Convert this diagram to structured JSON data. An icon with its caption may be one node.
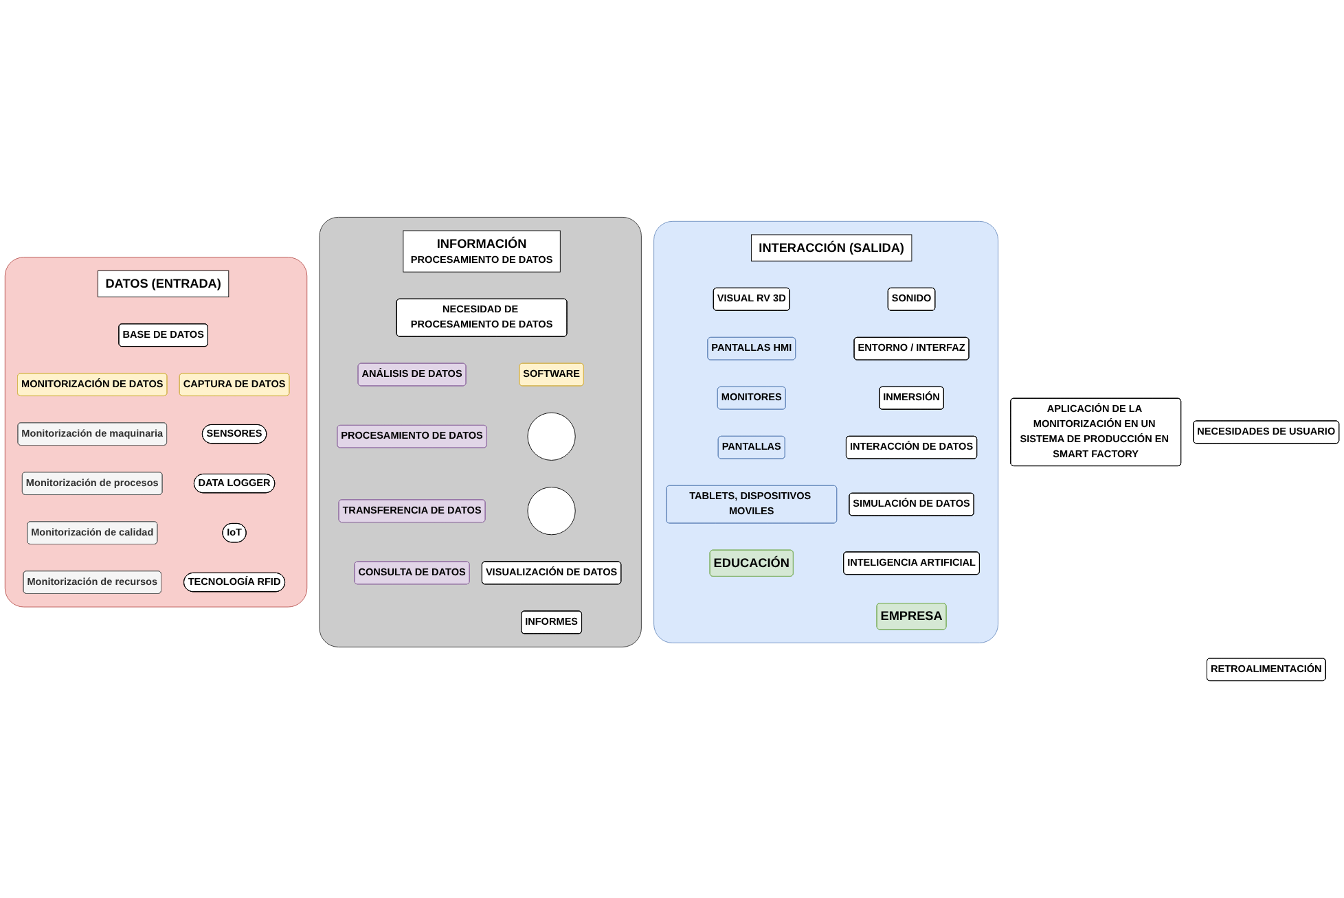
{
  "diagram": {
    "nodes": [
      {
        "text": [],
        "shape": "box"
      },
      {
        "text": [
          "DATOS (ENTRADA)"
        ],
        "in": 0
      },
      {
        "text": [
          "BASE DE DATOS"
        ],
        "in": 0
      },
      {
        "text": [
          "MONITORIZACIÓN DE DATOS"
        ],
        "in": 0
      },
      {
        "text": [
          "CAPTURA DE DATOS"
        ],
        "in": 0
      },
      {
        "text": [
          "Monitorización de maquinaria"
        ],
        "in": 0
      },
      {
        "text": [
          "Monitorización de procesos"
        ],
        "in": 0
      },
      {
        "text": [
          "Monitorización de calidad"
        ],
        "in": 0
      },
      {
        "text": [
          "Monitorización de recursos"
        ],
        "in": 0
      },
      {
        "text": [
          "SENSORES"
        ],
        "in": 0
      },
      {
        "text": [
          "DATA LOGGER"
        ],
        "in": 0
      },
      {
        "text": [
          "IoT"
        ],
        "in": 0
      },
      {
        "text": [
          "TECNOLOGÍA RFID"
        ],
        "in": 0
      },
      {
        "text": [],
        "shape": "box"
      },
      {
        "text": [
          "INFORMACIÓN",
          "PROCESAMIENTO DE DATOS"
        ],
        "in": 13
      },
      {
        "text": [
          "NECESIDAD DE PROCESAMIENTO DE DATOS"
        ],
        "in": 13
      },
      {
        "text": [
          "ANÁLISIS DE DATOS"
        ],
        "in": 13
      },
      {
        "text": [
          "SOFTWARE"
        ],
        "in": 13
      },
      {
        "text": [],
        "shape": "circle",
        "in": 13
      },
      {
        "text": [
          "PROCESAMIENTO DE DATOS"
        ],
        "in": 13
      },
      {
        "text": [],
        "shape": "circle",
        "in": 13
      },
      {
        "text": [
          "TRANSFERENCIA DE DATOS"
        ],
        "in": 13
      },
      {
        "text": [
          "VISUALIZACIÓN DE DATOS"
        ],
        "in": 13
      },
      {
        "text": [
          "CONSULTA DE DATOS"
        ],
        "in": 13
      },
      {
        "text": [
          "INFORMES"
        ],
        "in": 13
      },
      {
        "text": [
          "NECESIDADES DE USUARIO"
        ]
      },
      {
        "text": [
          "RETROALIMENTACIÓN"
        ]
      },
      {
        "text": [],
        "shape": "box"
      },
      {
        "text": [
          "INTERACCIÓN (SALIDA)"
        ],
        "in": 27
      },
      {
        "text": [
          "VISUAL RV 3D"
        ],
        "in": 27
      },
      {
        "text": [
          "SONIDO"
        ],
        "in": 27
      },
      {
        "text": [
          "ENTORNO / INTERFAZ"
        ],
        "in": 27
      },
      {
        "text": [
          "PANTALLAS HMI"
        ],
        "in": 27
      },
      {
        "text": [
          "INMERSIÓN"
        ],
        "in": 27
      },
      {
        "text": [
          "MONITORES"
        ],
        "in": 27
      },
      {
        "text": [
          "INTERACCIÓN DE DATOS"
        ],
        "in": 27
      },
      {
        "text": [
          "PANTALLAS"
        ],
        "in": 27
      },
      {
        "text": [
          "SIMULACIÓN DE DATOS"
        ],
        "in": 27
      },
      {
        "text": [
          "TABLETS, DISPOSITIVOS MOVILES"
        ],
        "in": 27
      },
      {
        "text": [
          "INTELIGENCIA ARTIFICIAL"
        ],
        "in": 27
      },
      {
        "text": [
          "EDUCACIÓN"
        ],
        "in": 27
      },
      {
        "text": [
          "EMPRESA"
        ],
        "in": 27
      },
      {
        "text": [
          "APLICACIÓN DE LA MONITORIZACIÓN EN UN SISTEMA DE PRODUCCIÓN EN SMART FACTORY"
        ]
      }
    ],
    "edges": []
  }
}
